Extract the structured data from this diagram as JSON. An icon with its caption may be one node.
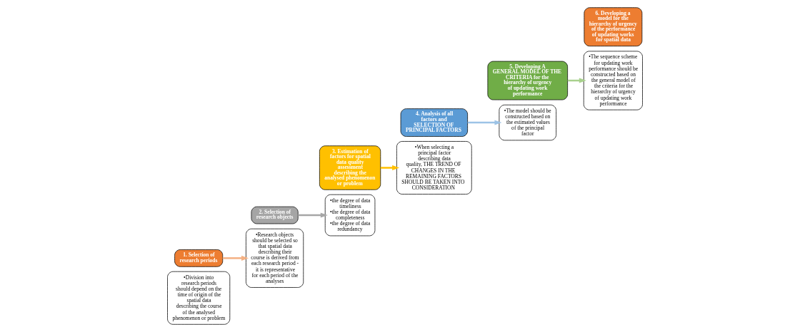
{
  "diagram": {
    "nodes": [
      {
        "text": [
          "•Division into research periods should depend on the time of origin of the spatial data describing the course of the analysed phenomenon or problem"
        ]
      },
      {
        "text": [
          "1. Selection of research periods"
        ]
      },
      {
        "text": [
          "2. Selection of research objects"
        ]
      },
      {
        "text": [
          "•Research objects should be selected so that spatial data describing their course is derived from each research period - it is representative for each period of the analyses"
        ]
      },
      {
        "text": [
          "•the degree of data timeliness",
          "•the degree of data completeness",
          "•the degree of data redundancy"
        ]
      },
      {
        "text": [
          "3. Estimation of factors for spatial data quality assessment describing the analysed phenomenon or problem"
        ]
      },
      {
        "text": [
          "4. Analysis of all factors and SELECTION OF PRINCIPAL FACTORS"
        ]
      },
      {
        "text": [
          "•When selecting a principal factor describing data quality, THE TREND OF CHANGES IN THE REMAINING FACTORS SHOULD BE TAKEN INTO CONSIDERATION"
        ]
      },
      {
        "text": [
          "•The model should be constructed based on the estimated values of the principal factor"
        ]
      },
      {
        "text": [
          "5. Developing A GENERAL MODEL OF THE CRITERIA for the hierarchy of urgency of updating work performance"
        ]
      },
      {
        "text": [
          "6. Developing a model for the hierarchy of urgency of the performance of updating works for spatial data"
        ]
      },
      {
        "text": [
          "•The sequence scheme for updating work performance should be constructed based on the general model of the criteria for the hierarchy of urgency of updating work performance"
        ]
      }
    ],
    "edges": [
      {
        "from": 1,
        "to": 3,
        "arrow": "to",
        "color": "#f4b183"
      },
      {
        "from": 2,
        "to": 4,
        "arrow": "to",
        "color": "#a6a6a6"
      },
      {
        "from": 5,
        "to": 7,
        "arrow": "to",
        "color": "#ffc000"
      },
      {
        "from": 6,
        "to": 8,
        "arrow": "to",
        "color": "#9dc3e6"
      },
      {
        "from": 9,
        "to": 11,
        "arrow": "to",
        "color": "#a9d18e"
      }
    ]
  }
}
